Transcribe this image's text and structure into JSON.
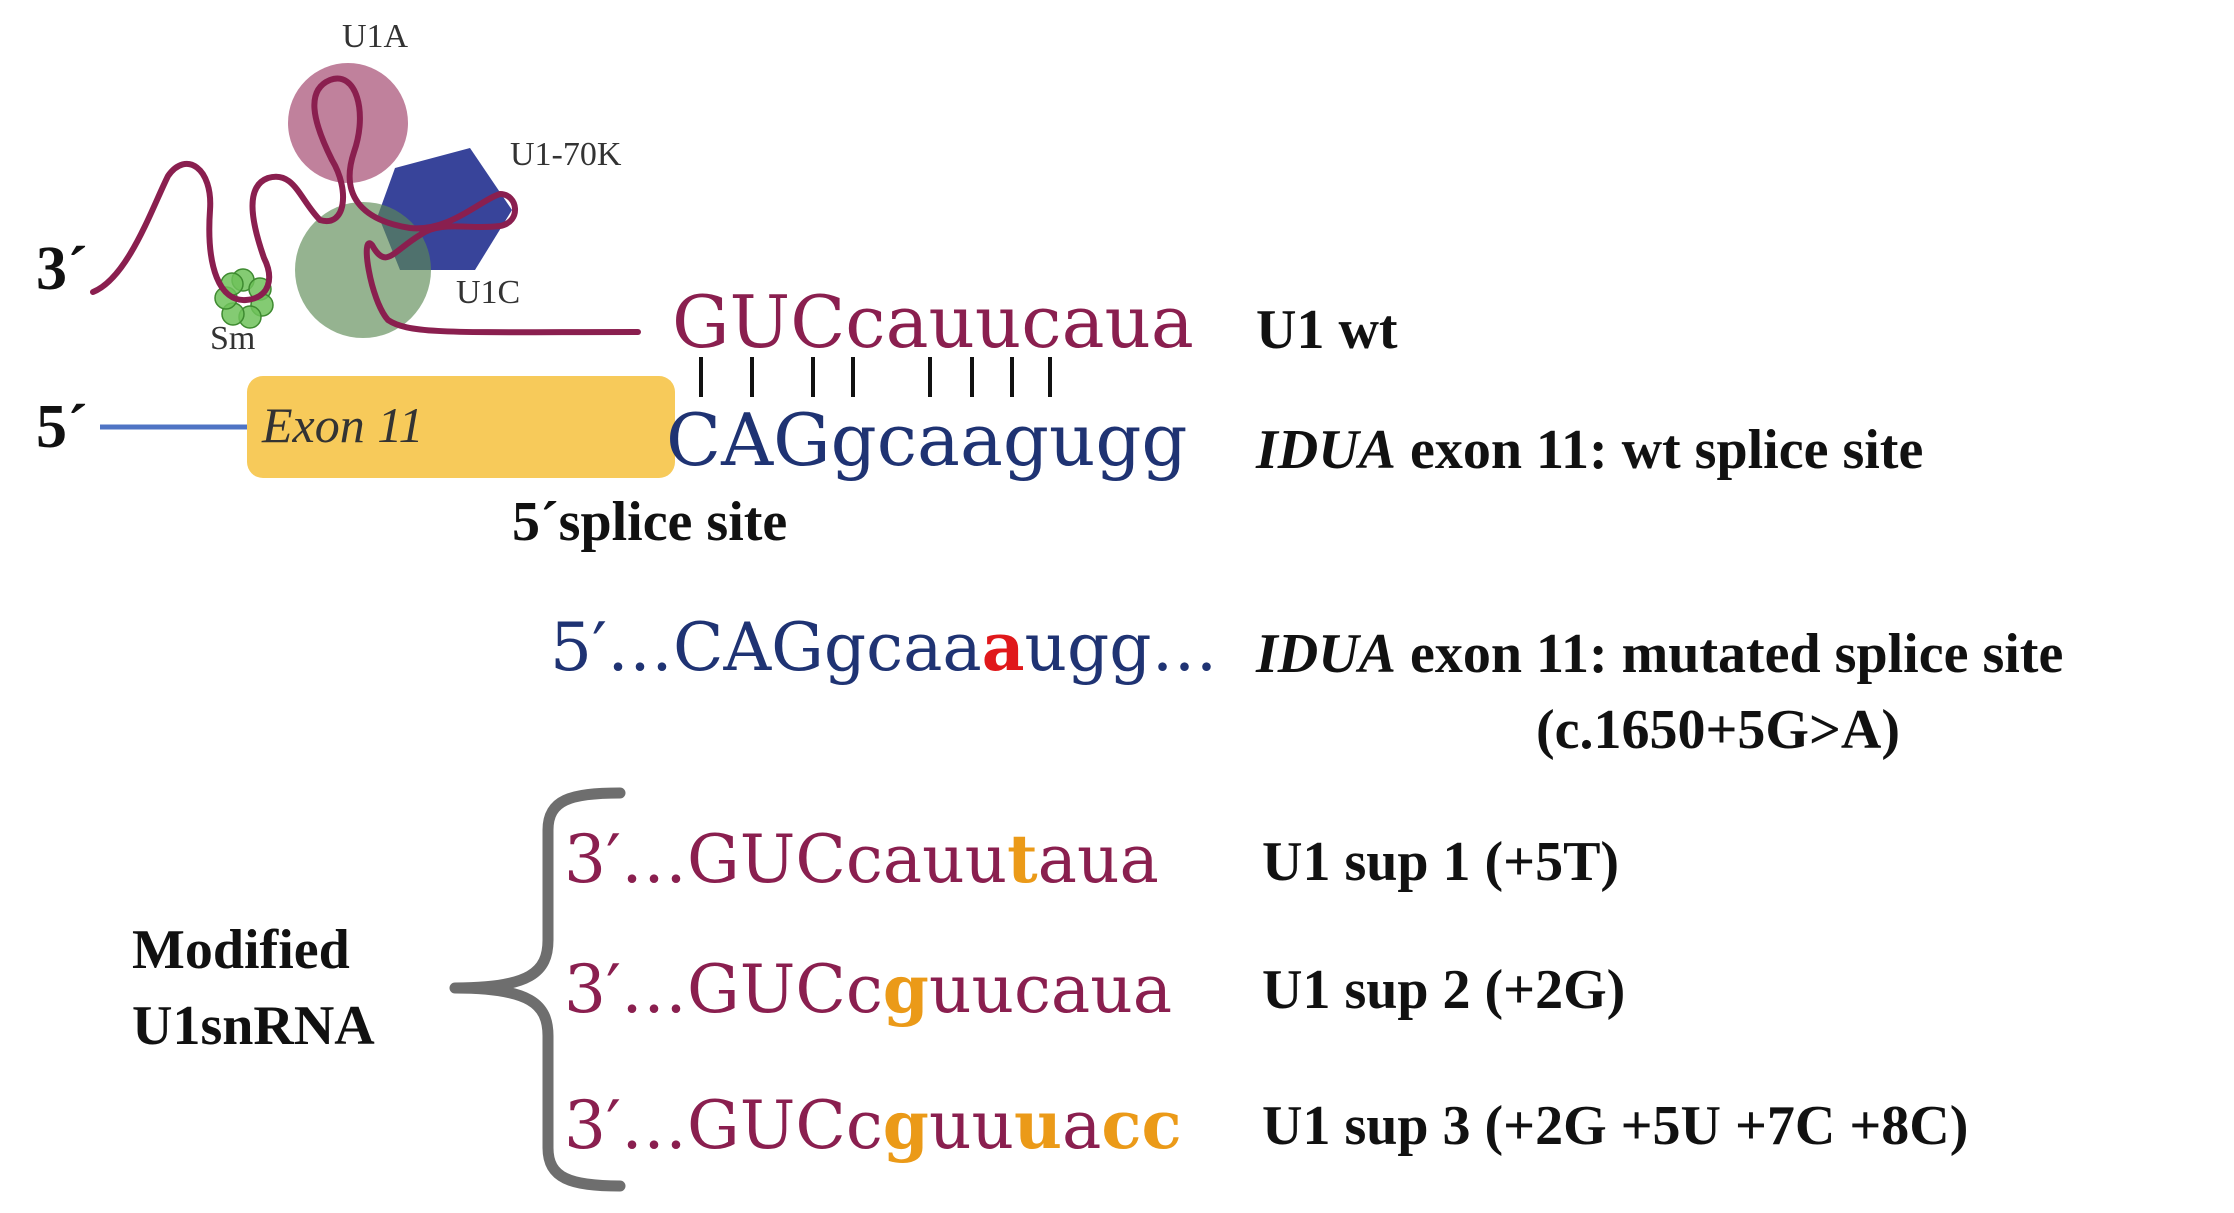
{
  "colors": {
    "rna": "#8a1f4f",
    "dna": "#1f3373",
    "exon": "#f7ca5a",
    "mutation": "#e0181b",
    "change": "#eb9a18",
    "line": "#4f74c4",
    "bracket": "#6e6e6e",
    "u1a": "#a85076",
    "u1_70k": "#1c2a8c",
    "u1c": "#5c8a54",
    "sm": "#6fc25a"
  },
  "proteins": {
    "u1a": "U1A",
    "u1_70k": "U1-70K",
    "u1c": "U1C",
    "sm": "Sm"
  },
  "ends": {
    "three_prime": "3´",
    "five_prime": "5´"
  },
  "exon_label": "Exon 11",
  "splice_site_label": "5´splice site",
  "u1wt": {
    "seq_upper": "GUC",
    "seq_lower": "cauucaua",
    "label": "U1 wt"
  },
  "wt_site": {
    "seq_upper": "CAG",
    "seq_lower": "gcaagugg",
    "label_gene": "IDUA",
    "label_rest": " exon 11: wt splice site"
  },
  "mutated": {
    "prefix": "5′…CAGgcaa",
    "mut": "a",
    "suffix": "ugg…",
    "label_gene": "IDUA",
    "label_rest": " exon 11: mutated splice site",
    "label_variant": "(c.1650+5G>A)"
  },
  "modified_label": {
    "line1": "Modified",
    "line2": "U1snRNA"
  },
  "sup1": {
    "p1": "3′…GUCcauu",
    "c1": "t",
    "p2": "aua",
    "label": "U1 sup 1 (+5T)"
  },
  "sup2": {
    "p1": "3′…GUCc",
    "c1": "g",
    "p2": "uucaua",
    "label": "U1 sup 2 (+2G)"
  },
  "sup3": {
    "p1": "3′…GUCc",
    "c1": "g",
    "p2": "uu",
    "c2": "u",
    "p3": "a",
    "c3": "cc",
    "label": "U1 sup 3 (+2G +5U +7C +8C)"
  }
}
